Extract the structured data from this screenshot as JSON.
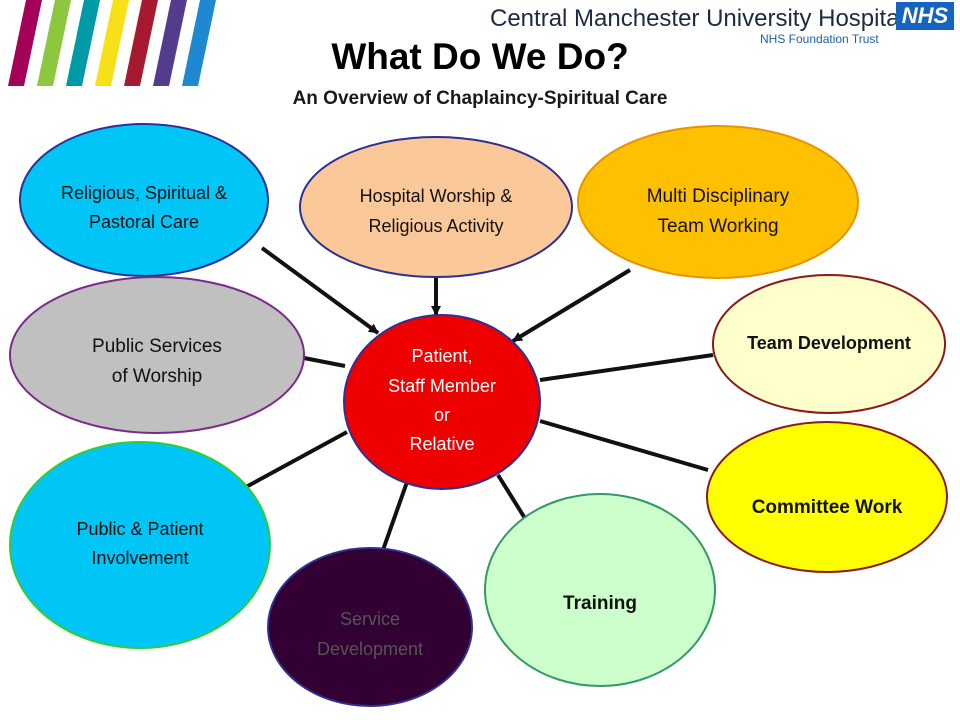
{
  "header": {
    "org_name": "Central Manchester University Hospitals",
    "org_subtitle": "NHS Foundation Trust",
    "nhs_logo": "NHS",
    "title": "What Do We Do?",
    "subtitle": "An Overview of Chaplaincy-Spiritual Care"
  },
  "colors": {
    "stripes": [
      "#a3005a",
      "#8dc63f",
      "#009aa6",
      "#f7e017",
      "#a6192e",
      "#523c8b",
      "#1e88d0"
    ],
    "center_fill": "#ee0000",
    "connector": "#111111"
  },
  "diagram": {
    "center": {
      "lines": [
        "Patient,",
        "Staff Member",
        "or",
        "Relative"
      ]
    },
    "nodes": [
      {
        "id": "religious-spiritual-pastoral-care",
        "lines": [
          "Religious, Spiritual &",
          "Pastoral Care"
        ],
        "fill": "#00c5f7",
        "stroke": "#2e3192",
        "text_color": "#111111",
        "arrow": true
      },
      {
        "id": "hospital-worship",
        "lines": [
          "Hospital Worship &",
          "Religious Activity"
        ],
        "fill": "#fbc89a",
        "stroke": "#2e3192",
        "text_color": "#111111",
        "arrow": true
      },
      {
        "id": "multi-disciplinary-team-working",
        "lines": [
          "Multi Disciplinary",
          "Team Working"
        ],
        "fill": "#ffc000",
        "stroke": "#e69500",
        "text_color": "#111111",
        "arrow": true
      },
      {
        "id": "public-services-of-worship",
        "lines": [
          "Public Services",
          "of Worship"
        ],
        "fill": "#c0c0c0",
        "stroke": "#7b2a8a",
        "text_color": "#111111",
        "arrow": false
      },
      {
        "id": "team-development",
        "lines": [
          "Team Development"
        ],
        "fill": "#ffffcc",
        "stroke": "#8b1a1a",
        "text_color": "#111111",
        "arrow": false
      },
      {
        "id": "committee-work",
        "lines": [
          "Committee Work"
        ],
        "fill": "#ffff00",
        "stroke": "#8b1a1a",
        "text_color": "#111111",
        "arrow": false
      },
      {
        "id": "public-patient-involvement",
        "lines": [
          "Public & Patient",
          "Involvement"
        ],
        "fill": "#00c5f7",
        "stroke": "#33cc33",
        "text_color": "#111111",
        "arrow": false
      },
      {
        "id": "training",
        "lines": [
          "Training"
        ],
        "fill": "#ccffcc",
        "stroke": "#339966",
        "text_color": "#111111",
        "arrow": false
      },
      {
        "id": "service-development",
        "lines": [
          "Service",
          "Development"
        ],
        "fill": "#330033",
        "stroke": "#2e3192",
        "text_color": "#555555",
        "arrow": false
      }
    ]
  }
}
